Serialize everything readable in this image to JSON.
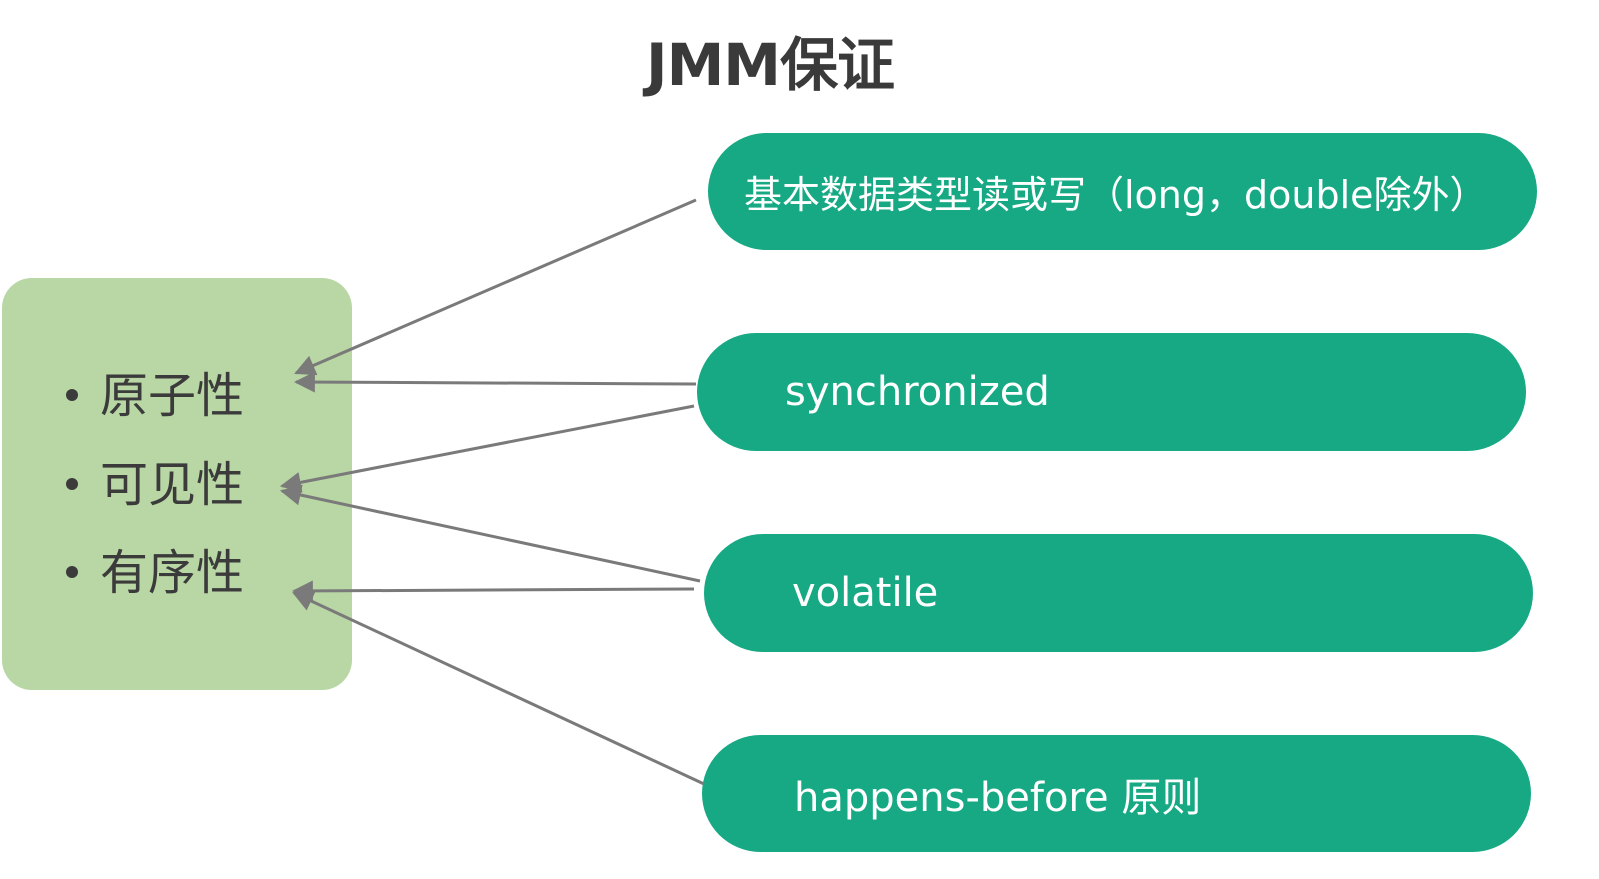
{
  "title": "JMM保证",
  "properties": [
    {
      "label": "原子性"
    },
    {
      "label": "可见性"
    },
    {
      "label": "有序性"
    }
  ],
  "mechanisms": [
    {
      "label": "基本数据类型读或写（long，double除外）"
    },
    {
      "label": "synchronized"
    },
    {
      "label": "volatile"
    },
    {
      "label": "happens-before 原则"
    }
  ],
  "links": [
    {
      "from": "基本数据类型读或写（long，double除外）",
      "to": "原子性"
    },
    {
      "from": "synchronized",
      "to": "原子性"
    },
    {
      "from": "synchronized",
      "to": "可见性"
    },
    {
      "from": "volatile",
      "to": "可见性"
    },
    {
      "from": "volatile",
      "to": "有序性"
    },
    {
      "from": "happens-before 原则",
      "to": "有序性"
    }
  ],
  "colors": {
    "property_box": "#b9d7a4",
    "mechanism_pill": "#16a984",
    "arrow": "#7a7a7a",
    "text_dark": "#3b3b3b"
  }
}
